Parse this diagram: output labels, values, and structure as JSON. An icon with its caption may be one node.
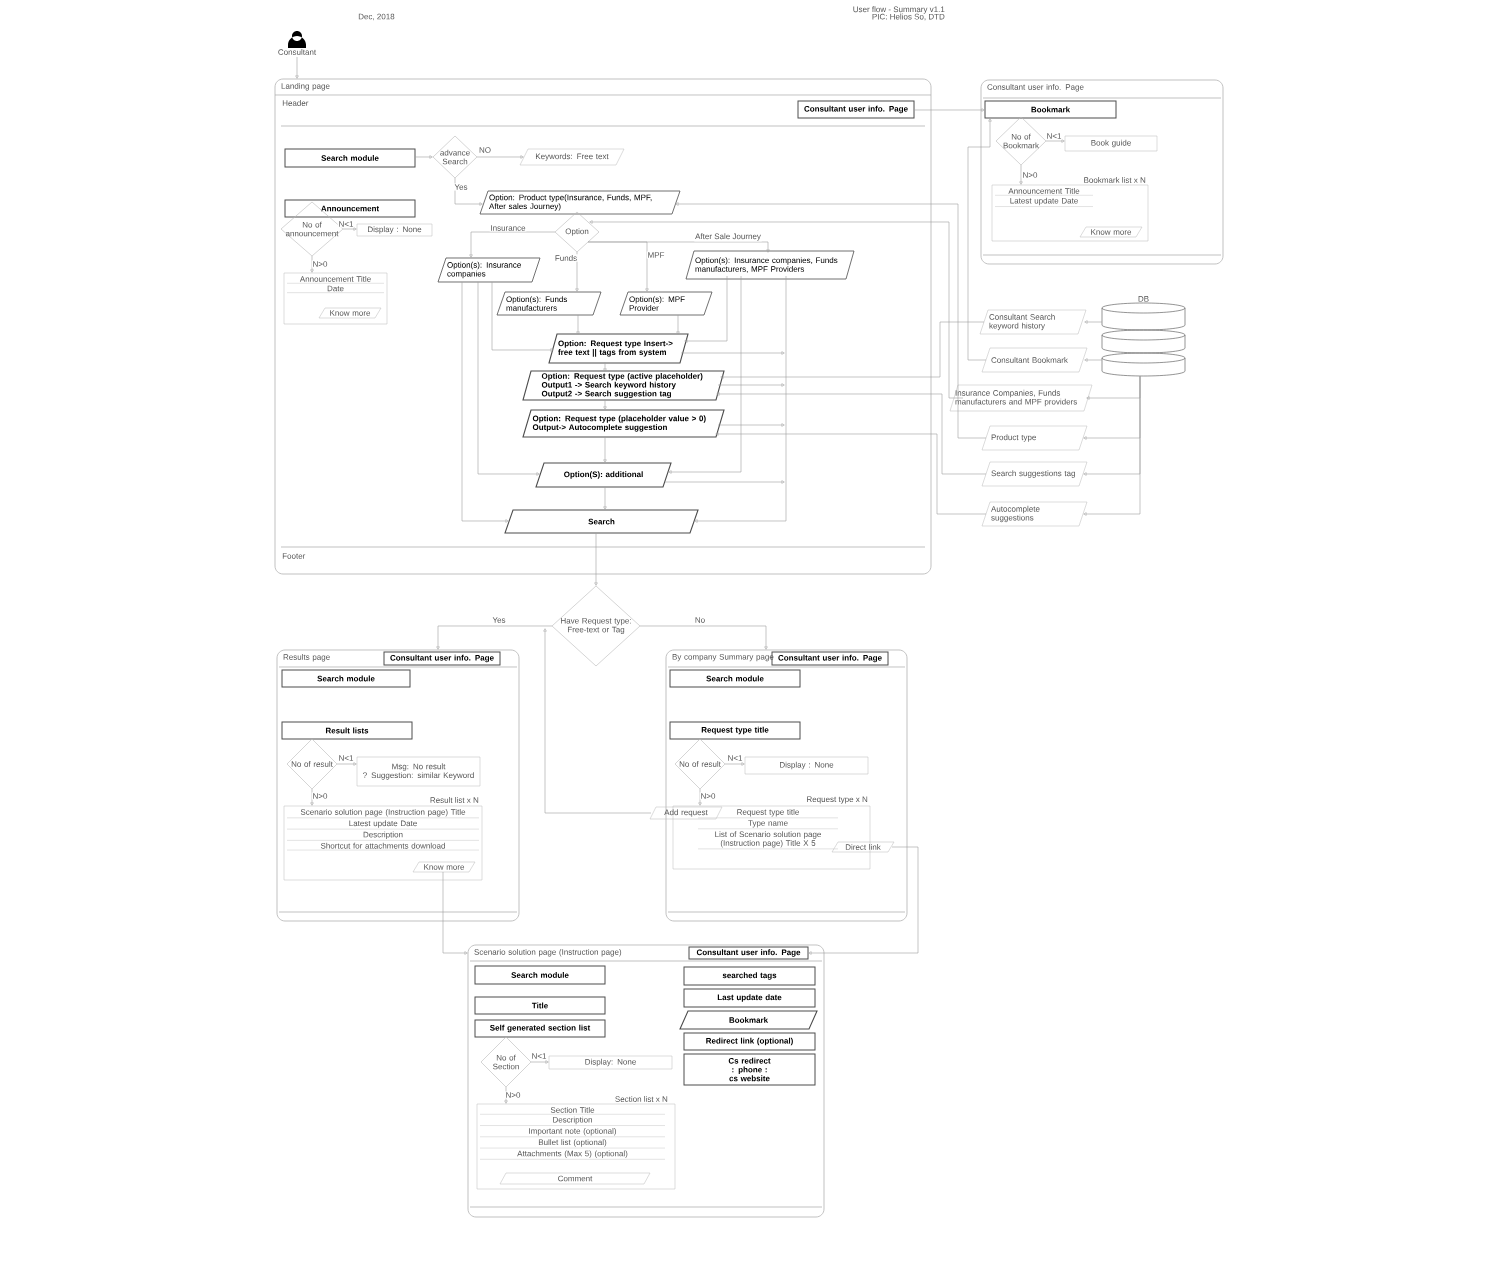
{
  "diagram": {
    "title": "User flow - Summary v1.1",
    "nodes": [
      {
        "text": [
          "Consultant"
        ]
      },
      {
        "text": [
          "Landing page"
        ]
      },
      {
        "text": [
          "Consultant user info. Page"
        ],
        "in": 1
      },
      {
        "text": [
          "Search module"
        ],
        "in": 1
      },
      {
        "text": [
          "advance Search"
        ],
        "in": 1
      },
      {
        "text": [
          "Keywords: Free text"
        ],
        "in": 1
      },
      {
        "text": [
          "Option: Product type(Insurance, Funds, MPF, After sales Journey)"
        ],
        "in": 1
      },
      {
        "text": [
          "Announcement"
        ],
        "in": 1
      },
      {
        "text": [
          "No of announcement"
        ],
        "in": 1
      },
      {
        "text": [
          "Display : None"
        ],
        "in": 1
      },
      {
        "text": [
          "Announcement Title",
          "Date"
        ],
        "in": 1
      },
      {
        "text": [
          "Know more"
        ],
        "in": 10
      },
      {
        "text": [
          "Option"
        ],
        "in": 1
      },
      {
        "text": [
          "Option(s): Insurance companies"
        ],
        "in": 1
      },
      {
        "text": [
          "Option(s): Funds manufacturers"
        ],
        "in": 1
      },
      {
        "text": [
          "Option(s): MPF Provider"
        ],
        "in": 1
      },
      {
        "text": [
          "Option(s): Insurance companies, Funds manufacturers, MPF Providers"
        ],
        "in": 1
      },
      {
        "text": [
          "Option: Request type Insert-> free text || tags from system"
        ],
        "in": 1
      },
      {
        "text": [
          "Option: Request type (active placeholder) Output1 -> Search keyword history Output2 -> Search suggestion tag"
        ],
        "in": 1
      },
      {
        "text": [
          "Option: Request type (placeholder value > 0) Output-> Autocomplete suggestion"
        ],
        "in": 1
      },
      {
        "text": [
          "Option(S): additional"
        ],
        "in": 1
      },
      {
        "text": [
          "Search"
        ],
        "in": 1
      },
      {
        "text": [
          "Consultant user info. Page"
        ]
      },
      {
        "text": [
          "Bookmark"
        ],
        "in": 22
      },
      {
        "text": [
          "No of Bookmark"
        ],
        "in": 22
      },
      {
        "text": [
          "Book guide"
        ],
        "in": 22
      },
      {
        "text": [
          "Announcement Title",
          "Latest update Date"
        ],
        "beside": [
          "Bookmark list x N"
        ],
        "in": 22
      },
      {
        "text": [
          "Know more"
        ],
        "in": 26
      },
      {
        "text": [
          "DB"
        ]
      },
      {
        "text": [
          "Consultant Search keyword history"
        ]
      },
      {
        "text": [
          "Consultant Bookmark"
        ]
      },
      {
        "text": [
          "Insurance Companies, Funds manufacturers and MPF providers"
        ]
      },
      {
        "text": [
          "Product type"
        ]
      },
      {
        "text": [
          "Search suggestions tag"
        ]
      },
      {
        "text": [
          "Autocomplete suggestions"
        ]
      },
      {
        "text": [
          "Have Request type: Free-text or Tag"
        ]
      },
      {
        "text": [
          "Results page"
        ]
      },
      {
        "text": [
          "Consultant user info. Page"
        ],
        "in": 36
      },
      {
        "text": [
          "Search module"
        ],
        "in": 36
      },
      {
        "text": [
          "Result lists"
        ],
        "in": 36
      },
      {
        "text": [
          "No of result"
        ],
        "in": 36
      },
      {
        "text": [
          "Msg: No result",
          "? Suggestion: similar Keyword"
        ],
        "in": 36
      },
      {
        "text": [
          "Scenario solution page (Instruction page) Title",
          "Latest update Date",
          "Description",
          "Shortcut for attachments download"
        ],
        "beside": [
          "Result list x N"
        ],
        "in": 36
      },
      {
        "text": [
          "Know more"
        ],
        "in": 42
      },
      {
        "text": [
          "By company Summary page"
        ]
      },
      {
        "text": [
          "Consultant user info. Page"
        ],
        "in": 44
      },
      {
        "text": [
          "Search module"
        ],
        "in": 44
      },
      {
        "text": [
          "Request type title"
        ],
        "in": 44
      },
      {
        "text": [
          "No of result"
        ],
        "in": 44
      },
      {
        "text": [
          "Display : None"
        ],
        "in": 44
      },
      {
        "text": [
          "Request type title",
          "Type name",
          "List of Scenario solution page (Instruction page) Title X 5"
        ],
        "beside": [
          "Request type x N"
        ],
        "in": 44
      },
      {
        "text": [
          "Add request"
        ]
      },
      {
        "text": [
          "Direct link"
        ],
        "in": 44
      },
      {
        "text": [
          "Scenario solution page (Instruction page)"
        ]
      },
      {
        "text": [
          "Consultant user info. Page"
        ],
        "in": 53
      },
      {
        "text": [
          "Search module"
        ],
        "in": 53
      },
      {
        "text": [
          "Title"
        ],
        "in": 53
      },
      {
        "text": [
          "Self generated section list"
        ],
        "in": 53
      },
      {
        "text": [
          "No of Section"
        ],
        "in": 53
      },
      {
        "text": [
          "Display: None"
        ],
        "in": 53
      },
      {
        "text": [
          "Section Title",
          "Description",
          "Important note (optional)",
          "Bullet list (optional)",
          "Attachments (Max 5) (optional)"
        ],
        "beside": [
          "Section list x N"
        ],
        "in": 53
      },
      {
        "text": [
          "Comment"
        ],
        "in": 60
      },
      {
        "text": [
          "searched tags"
        ],
        "in": 53
      },
      {
        "text": [
          "Last update date"
        ],
        "in": 53
      },
      {
        "text": [
          "Bookmark"
        ],
        "in": 53
      },
      {
        "text": [
          "Redirect link (optional)"
        ],
        "in": 53
      },
      {
        "text": [
          "Cs redirect : phone : cs website"
        ],
        "in": 53
      }
    ],
    "edges": [
      {
        "from": 0,
        "to": 1,
        "arrow": "to"
      },
      {
        "from": 2,
        "to": 23,
        "arrow": "to"
      },
      {
        "from": 3,
        "to": 4,
        "arrow": "to"
      },
      {
        "from": 4,
        "to": 5,
        "arrow": "to",
        "label": "NO"
      },
      {
        "from": 4,
        "to": 6,
        "arrow": "to",
        "label": "Yes"
      },
      {
        "from": 8,
        "to": 9,
        "arrow": "to",
        "label": "N<1"
      },
      {
        "from": 8,
        "to": 10,
        "arrow": "to",
        "label": "N>0"
      },
      {
        "from": 12,
        "to": 13,
        "arrow": "to",
        "label": "Insurance"
      },
      {
        "from": 12,
        "to": 14,
        "arrow": "to",
        "label": "Funds"
      },
      {
        "from": 12,
        "to": 15,
        "arrow": "to",
        "label": "MPF"
      },
      {
        "from": 12,
        "to": 16,
        "arrow": "to",
        "label": "After Sale Journey"
      },
      {
        "from": 14,
        "to": 17,
        "arrow": "to"
      },
      {
        "from": 15,
        "to": 17,
        "arrow": "to"
      },
      {
        "from": 13,
        "to": 17,
        "arrow": "to"
      },
      {
        "from": 13,
        "to": 20,
        "arrow": "to"
      },
      {
        "from": 13,
        "to": 21,
        "arrow": "to"
      },
      {
        "from": 16,
        "to": 17,
        "arrow": "to"
      },
      {
        "from": 16,
        "to": 20,
        "arrow": "to"
      },
      {
        "from": 16,
        "to": 21,
        "arrow": "to"
      },
      {
        "from": 17,
        "to": null,
        "arrow": "to"
      },
      {
        "from": 18,
        "to": null,
        "arrow": "to"
      },
      {
        "from": 19,
        "to": null,
        "arrow": "to"
      },
      {
        "from": 20,
        "to": null,
        "arrow": "to"
      },
      {
        "from": 17,
        "to": 18,
        "arrow": "to"
      },
      {
        "from": 18,
        "to": 19,
        "arrow": "to"
      },
      {
        "from": 19,
        "to": 20,
        "arrow": "to"
      },
      {
        "from": 20,
        "to": 21,
        "arrow": "to"
      },
      {
        "from": 29,
        "to": 18,
        "arrow": "to"
      },
      {
        "from": 30,
        "to": 23,
        "arrow": "to"
      },
      {
        "from": 31,
        "to": 12,
        "arrow": "to"
      },
      {
        "from": 32,
        "to": 6,
        "arrow": "to"
      },
      {
        "from": 33,
        "to": 18,
        "arrow": "to"
      },
      {
        "from": 34,
        "to": 19,
        "arrow": "to"
      },
      {
        "from": 28,
        "to": 29,
        "arrow": "to"
      },
      {
        "from": 28,
        "to": 30,
        "arrow": "to"
      },
      {
        "from": 28,
        "to": 31,
        "arrow": "to"
      },
      {
        "from": 28,
        "to": 32,
        "arrow": "to"
      },
      {
        "from": 28,
        "to": 33,
        "arrow": "to"
      },
      {
        "from": 28,
        "to": 34,
        "arrow": "to"
      },
      {
        "from": 21,
        "to": 35,
        "arrow": "to"
      },
      {
        "from": 35,
        "to": 36,
        "arrow": "to",
        "label": "Yes"
      },
      {
        "from": 35,
        "to": 44,
        "arrow": "to",
        "label": "No"
      },
      {
        "from": 24,
        "to": 25,
        "arrow": "to",
        "label": "N<1"
      },
      {
        "from": 24,
        "to": 26,
        "arrow": "to",
        "label": "N>0"
      },
      {
        "from": 40,
        "to": 41,
        "arrow": "to",
        "label": "N<1"
      },
      {
        "from": 40,
        "to": 42,
        "arrow": "to",
        "label": "N>0"
      },
      {
        "from": 48,
        "to": 49,
        "arrow": "to",
        "label": "N<1"
      },
      {
        "from": 48,
        "to": 50,
        "arrow": "to",
        "label": "N>0"
      },
      {
        "from": 43,
        "to": 53,
        "arrow": "to"
      },
      {
        "from": 52,
        "to": 54,
        "arrow": "to"
      },
      {
        "from": 51,
        "to": 35,
        "arrow": "to"
      },
      {
        "from": 58,
        "to": 59,
        "arrow": "to",
        "label": "N<1"
      },
      {
        "from": 58,
        "to": 60,
        "arrow": "to",
        "label": "N>0"
      }
    ],
    "labels": [
      "Dec, 2018",
      "PIC: Helios So, DTD",
      "Header",
      "Footer"
    ]
  }
}
